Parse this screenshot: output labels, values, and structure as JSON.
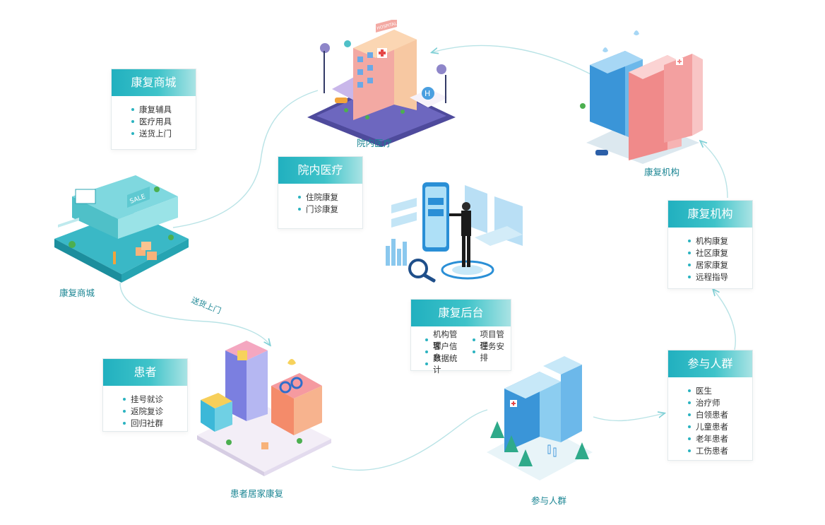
{
  "cards": {
    "mall": {
      "title": "康复商城",
      "items": [
        "康复辅具",
        "医疗用具",
        "送货上门"
      ]
    },
    "hospital": {
      "title": "院内医疗",
      "items": [
        "住院康复",
        "门诊康复"
      ]
    },
    "institution": {
      "title": "康复机构",
      "items": [
        "机构康复",
        "社区康复",
        "居家康复",
        "远程指导"
      ]
    },
    "backend": {
      "title": "康复后台",
      "col1": [
        "机构管理",
        "客户信息",
        "数据统计"
      ],
      "col2": [
        "项目管理",
        "任务安排"
      ]
    },
    "patient": {
      "title": "患者",
      "items": [
        "挂号就诊",
        "返院复诊",
        "回归社群"
      ]
    },
    "participants": {
      "title": "参与人群",
      "items": [
        "医生",
        "治疗师",
        "白领患者",
        "儿童患者",
        "老年患者",
        "工伤患者"
      ]
    }
  },
  "captions": {
    "hospital": "院内医疗",
    "institution": "康复机构",
    "mall": "康复商城",
    "home": "患者居家康复",
    "participants": "参与人群"
  },
  "flow_label": "送货上门",
  "signs": {
    "hospital": "HOSPITAL",
    "sale": "SALE"
  },
  "colors": {
    "accent": "#2bb3c0",
    "accent_light": "#a9e3e4",
    "text": "#1a8593"
  }
}
